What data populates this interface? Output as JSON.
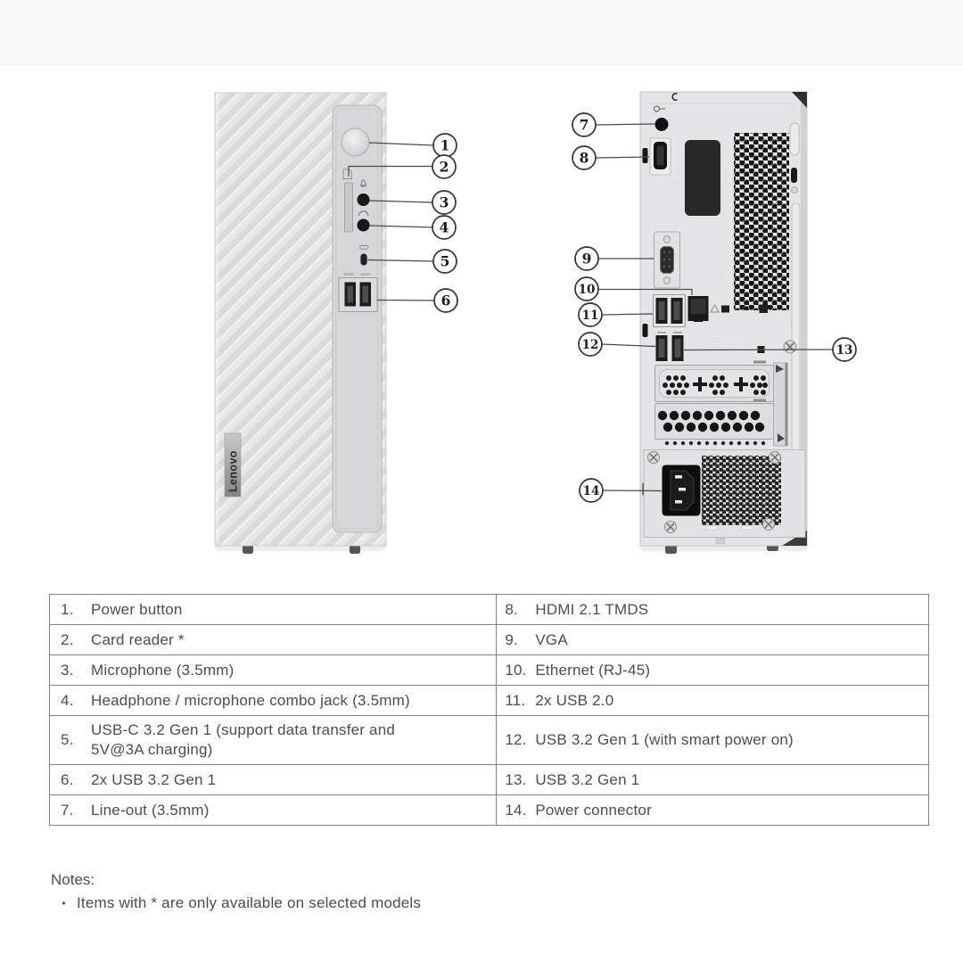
{
  "brand": {
    "logo": "Lenovo"
  },
  "callouts": {
    "front": [
      "1",
      "2",
      "3",
      "4",
      "5",
      "6"
    ],
    "back": [
      "7",
      "8",
      "9",
      "10",
      "11",
      "12",
      "13",
      "14"
    ]
  },
  "table": {
    "rows": [
      {
        "ln": "1.",
        "lt": "Power button",
        "rn": "8.",
        "rt": "HDMI 2.1 TMDS"
      },
      {
        "ln": "2.",
        "lt": "Card reader *",
        "rn": "9.",
        "rt": "VGA"
      },
      {
        "ln": "3.",
        "lt": "Microphone (3.5mm)",
        "rn": "10.",
        "rt": "Ethernet (RJ-45)"
      },
      {
        "ln": "4.",
        "lt": "Headphone / microphone combo jack (3.5mm)",
        "rn": "11.",
        "rt": "2x USB 2.0"
      },
      {
        "ln": "5.",
        "lt": "USB-C 3.2 Gen 1 (support data transfer and\n5V@3A charging)",
        "rn": "12.",
        "rt": "USB 3.2 Gen 1 (with smart power on)"
      },
      {
        "ln": "6.",
        "lt": "2x USB 3.2 Gen 1",
        "rn": "13.",
        "rt": "USB 3.2 Gen 1"
      },
      {
        "ln": "7.",
        "lt": "Line-out (3.5mm)",
        "rn": "14.",
        "rt": "Power connector"
      }
    ]
  },
  "notes": {
    "title": "Notes:",
    "bullet_glyph": "•",
    "bullet": "Items with * are only available on selected models"
  },
  "colors": {
    "panel": "#e5e5e7",
    "stripe_light": "#e7e7e7",
    "stripe_dark": "#dadada",
    "port_black": "#1c1c1c",
    "line": "#4a4a4a",
    "table_border": "#828282"
  }
}
